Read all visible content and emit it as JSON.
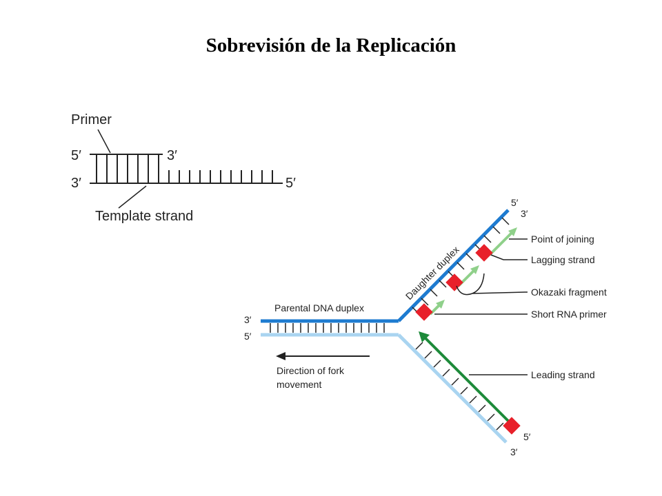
{
  "title": "Sobrevisión de la Replicación",
  "primer_diagram": {
    "primer_label": "Primer",
    "template_label": "Template strand",
    "top_left_end": "5′",
    "top_right_end": "3′",
    "bottom_left_end": "3′",
    "bottom_right_end": "5′"
  },
  "fork_diagram": {
    "parental_label": "Parental DNA duplex",
    "daughter_label": "Daughter duplex",
    "direction_label_line1": "Direction of fork",
    "direction_label_line2": "movement",
    "parental_top_end": "3′",
    "parental_bottom_end": "5′",
    "upper_arm_blue_end": "5′",
    "upper_arm_green_end": "3′",
    "lower_arm_red_end": "5′",
    "lower_arm_blue_end": "3′",
    "callouts": {
      "point_of_joining": "Point of joining",
      "lagging_strand": "Lagging strand",
      "okazaki_fragment": "Okazaki fragment",
      "short_rna_primer": "Short RNA primer",
      "leading_strand": "Leading strand"
    }
  },
  "colors": {
    "parental_strand_dark": "#1e7bd0",
    "parental_strand_light": "#a9d4f0",
    "new_strand_green": "#1d8a3a",
    "okazaki_green_light": "#8fd08a",
    "rna_primer_red": "#e8202a"
  }
}
